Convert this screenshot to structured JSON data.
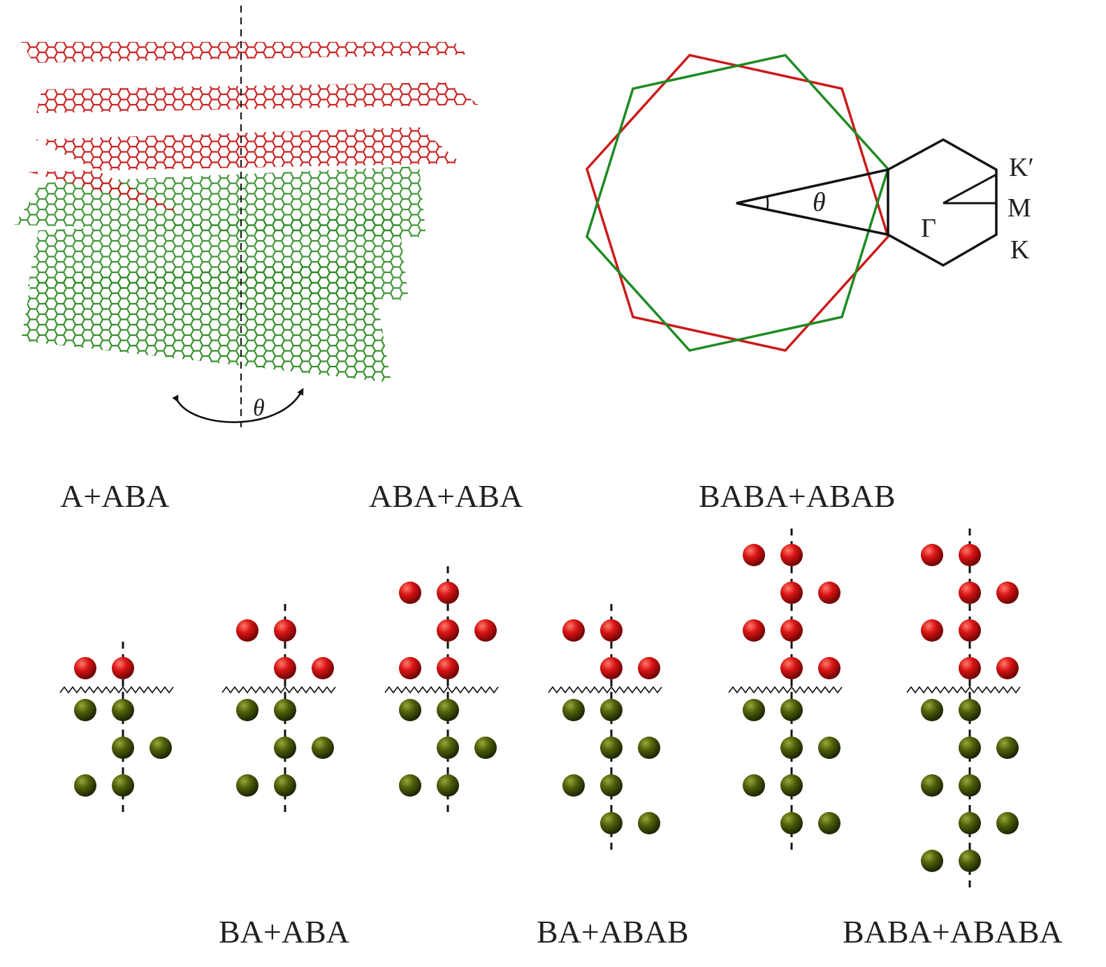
{
  "colors": {
    "red": "#cc1a1a",
    "green": "#1e8a24",
    "atom_red": "#cc1010",
    "atom_green": "#4b5c08",
    "ink": "#111111"
  },
  "lattice": {
    "angle_label": "θ",
    "icon": "curved-double-arrow"
  },
  "brillouin": {
    "angle_label": "θ",
    "points": {
      "gamma": "Γ",
      "k_prime": "K′",
      "m": "M",
      "k": "K"
    }
  },
  "labels": {
    "a_aba": "A+ABA",
    "aba_aba": "ABA+ABA",
    "baba_abab": "BABA+ABAB",
    "ba_aba": "BA+ABA",
    "ba_abab": "BA+ABAB",
    "baba_ababa": "BABA+ABABA"
  },
  "stackings": [
    {
      "name": "A+ABA",
      "red": [
        "A"
      ],
      "green": [
        "A",
        "B",
        "A"
      ]
    },
    {
      "name": "BA+ABA",
      "red": [
        "B",
        "A"
      ],
      "green": [
        "A",
        "B",
        "A"
      ]
    },
    {
      "name": "ABA+ABA",
      "red": [
        "A",
        "B",
        "A"
      ],
      "green": [
        "A",
        "B",
        "A"
      ]
    },
    {
      "name": "BA+ABAB",
      "red": [
        "B",
        "A"
      ],
      "green": [
        "A",
        "B",
        "A",
        "B"
      ]
    },
    {
      "name": "BABA+ABAB",
      "red": [
        "B",
        "A",
        "B",
        "A"
      ],
      "green": [
        "A",
        "B",
        "A",
        "B"
      ]
    },
    {
      "name": "BABA+ABABA",
      "red": [
        "B",
        "A",
        "B",
        "A"
      ],
      "green": [
        "A",
        "B",
        "A",
        "B",
        "A"
      ]
    }
  ]
}
